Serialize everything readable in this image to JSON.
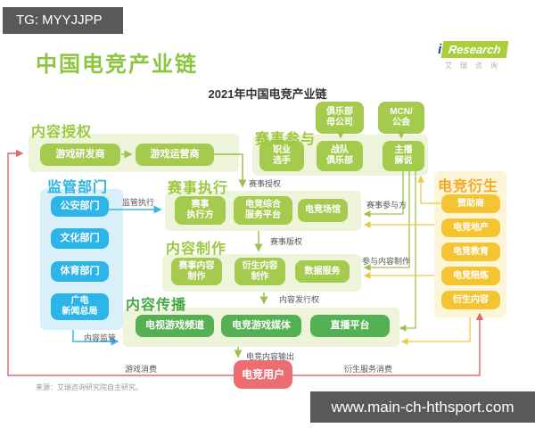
{
  "palette": {
    "lime_box": "#a4ca4e",
    "lime_panel": "#edf4da",
    "lime_header": "#9cc83e",
    "deep_green_box": "#55b053",
    "deep_green_header": "#46a948",
    "blue_box": "#2db4e8",
    "blue_panel": "#d9f0fb",
    "gold_box": "#f5c433",
    "gold_panel": "#fdf5d8",
    "gold_header": "#f6a820",
    "user_red": "#ed6e72",
    "line_green": "#9dc24f",
    "line_blue": "#3ab5e9",
    "line_yellow": "#ecc84a",
    "line_red": "#e2686c"
  },
  "watermark": {
    "tg": "TG: MYYJJPP",
    "website": "www.main-ch-hthsport.com"
  },
  "header": {
    "page_title": "中国电竞产业链",
    "logo_i": "i",
    "logo_research": "Research",
    "logo_sub": "艾瑞咨询"
  },
  "chart": {
    "title": "2021年中国电竞产业链",
    "sections": {
      "content_license": {
        "label": "内容授权",
        "nodes": [
          "游戏研发商",
          "游戏运营商"
        ]
      },
      "event_participation": {
        "label": "赛事参与",
        "upstream_nodes": [
          "俱乐部\n母公司",
          "MCN/\n公会"
        ],
        "nodes": [
          "职业\n选手",
          "战队\n俱乐部",
          "主播\n解说"
        ]
      },
      "regulators": {
        "label": "监管部门",
        "nodes": [
          "公安部门",
          "文化部门",
          "体育部门",
          "广电\n新闻总局"
        ]
      },
      "event_execution": {
        "label": "赛事执行",
        "nodes": [
          "赛事\n执行方",
          "电竞综合\n服务平台",
          "电竞场馆"
        ]
      },
      "content_production": {
        "label": "内容制作",
        "nodes": [
          "赛事内容\n制作",
          "衍生内容\n制作",
          "数据服务"
        ]
      },
      "content_distribution": {
        "label": "内容传播",
        "nodes": [
          "电视游戏频道",
          "电竞游戏媒体",
          "直播平台"
        ]
      },
      "derivatives": {
        "label": "电竞衍生",
        "nodes": [
          "赞助商",
          "电竞地产",
          "电竞教育",
          "电竞陪练",
          "衍生内容"
        ]
      }
    },
    "user_node": "电竞用户",
    "flow_labels": {
      "event_license": "赛事授权",
      "regulation_execution": "监管执行",
      "content_regulation": "内容监管",
      "event_copyright": "赛事版权",
      "content_distribution_right": "内容发行权",
      "esports_content_output": "电竞内容输出",
      "event_participants": "赛事参与方",
      "join_content_production": "参与内容制作",
      "game_consumption": "游戏消费",
      "derivative_service_consumption": "衍生服务消费"
    }
  },
  "footer": {
    "source_note": "来源：艾瑞咨询研究院自主研究。"
  }
}
